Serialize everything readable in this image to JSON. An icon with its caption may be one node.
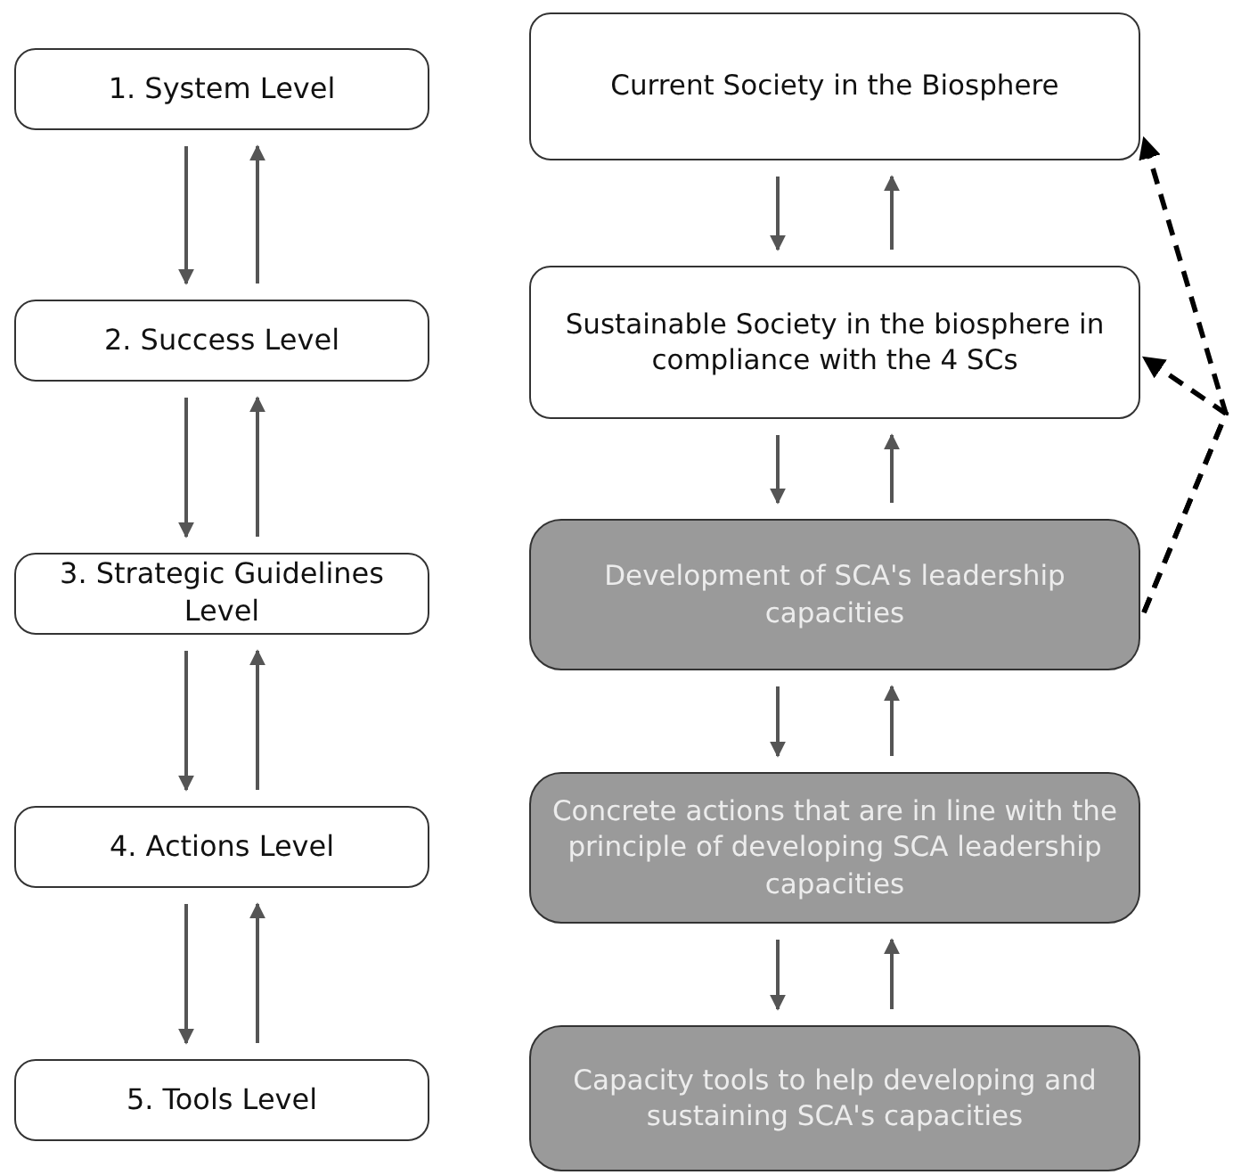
{
  "diagram": {
    "nodes": [
      {
        "text": [
          "1. System Level"
        ]
      },
      {
        "text": [
          "2. Success Level"
        ]
      },
      {
        "text": [
          "3. Strategic Guidelines Level"
        ]
      },
      {
        "text": [
          "4. Actions Level"
        ]
      },
      {
        "text": [
          "5. Tools Level"
        ]
      },
      {
        "text": [
          "Current Society in the Biosphere"
        ]
      },
      {
        "text": [
          "Sustainable Society in the biosphere in compliance with the 4 SCs"
        ]
      },
      {
        "text": [
          "Development of SCA's leadership capacities"
        ]
      },
      {
        "text": [
          "Concrete actions that are in line with the principle of developing SCA leadership capacities"
        ]
      },
      {
        "text": [
          "Capacity tools to help developing and sustaining SCA's capacities"
        ]
      }
    ],
    "edges": [
      {
        "from": 0,
        "to": 1,
        "arrow": "to"
      },
      {
        "from": 1,
        "to": 0,
        "arrow": "to"
      },
      {
        "from": 1,
        "to": 2,
        "arrow": "to"
      },
      {
        "from": 2,
        "to": 1,
        "arrow": "to"
      },
      {
        "from": 2,
        "to": 3,
        "arrow": "to"
      },
      {
        "from": 3,
        "to": 2,
        "arrow": "to"
      },
      {
        "from": 3,
        "to": 4,
        "arrow": "to"
      },
      {
        "from": 4,
        "to": 3,
        "arrow": "to"
      },
      {
        "from": 5,
        "to": 6,
        "arrow": "to"
      },
      {
        "from": 6,
        "to": 5,
        "arrow": "to"
      },
      {
        "from": 6,
        "to": 7,
        "arrow": "to"
      },
      {
        "from": 7,
        "to": 6,
        "arrow": "to"
      },
      {
        "from": 7,
        "to": 8,
        "arrow": "to"
      },
      {
        "from": 8,
        "to": 7,
        "arrow": "to"
      },
      {
        "from": 8,
        "to": 9,
        "arrow": "to"
      },
      {
        "from": 9,
        "to": 8,
        "arrow": "to"
      },
      {
        "from": 7,
        "to": 5,
        "arrow": "to",
        "style": "dashed",
        "color": "#000000"
      },
      {
        "from": 7,
        "to": 6,
        "arrow": "to",
        "style": "dashed",
        "color": "#000000"
      }
    ]
  }
}
